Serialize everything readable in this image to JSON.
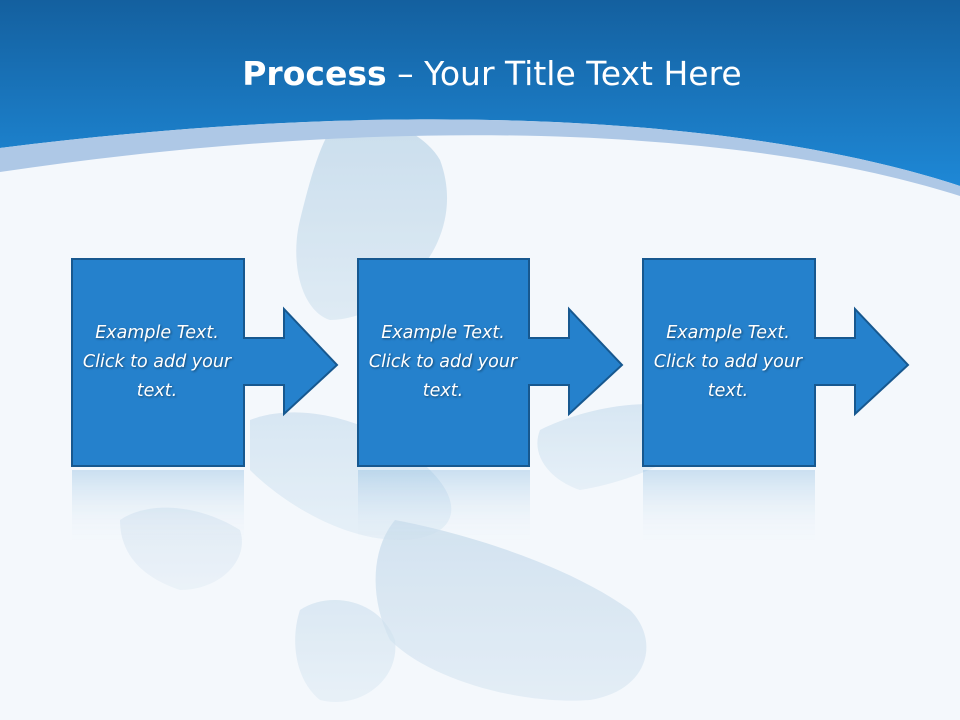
{
  "title": {
    "bold": "Process",
    "rest": " – Your Title Text Here"
  },
  "steps": [
    {
      "label": "Example Text. Click  to add your text."
    },
    {
      "label": "Example Text. Click  to add your text."
    },
    {
      "label": "Example Text. Click  to add your text."
    }
  ],
  "colors": {
    "header_top": "#1565a8",
    "header_bottom": "#1e86d4",
    "box_fill": "#2581cc",
    "box_border": "#17588f",
    "background": "#f4f8fc",
    "water": "#a9c8df"
  }
}
